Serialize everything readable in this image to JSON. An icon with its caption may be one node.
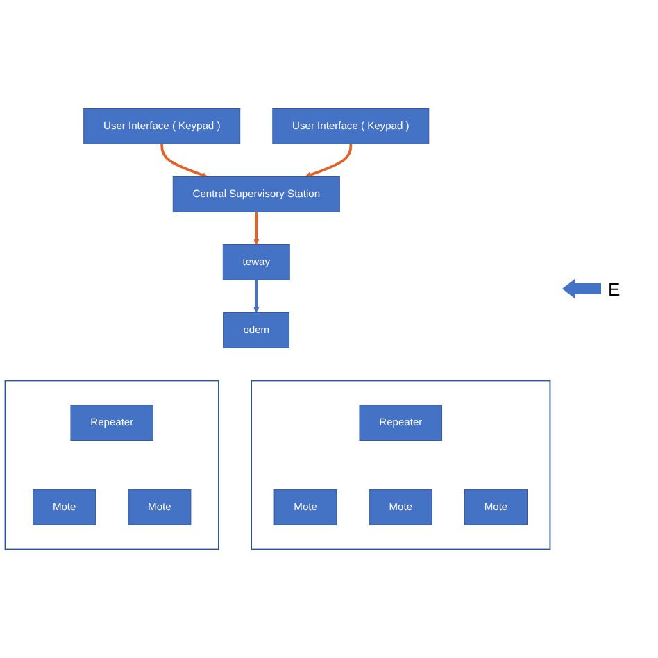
{
  "diagram": {
    "nodes": [
      {
        "text": [
          "User Interface ( Keypad )"
        ]
      },
      {
        "text": [
          "Central Supervisory Station"
        ]
      },
      {
        "text": [
          "User Interface ( Keypad )"
        ]
      },
      {
        "text": [
          "teway"
        ]
      },
      {
        "text": [
          "odem"
        ]
      },
      {
        "text": [],
        "shape": "box"
      },
      {
        "text": [
          "Repeater"
        ],
        "in": 5
      },
      {
        "text": [
          "Mote"
        ],
        "in": 5
      },
      {
        "text": [
          "Mote"
        ],
        "in": 5
      },
      {
        "text": [],
        "shape": "box"
      },
      {
        "text": [
          "Repeater"
        ],
        "in": 9
      },
      {
        "text": [
          "Mote"
        ],
        "in": 9
      },
      {
        "text": [
          "Mote"
        ],
        "in": 9
      },
      {
        "text": [
          "Mote"
        ],
        "in": 9
      }
    ],
    "edges": [
      {
        "from": 0,
        "to": 1,
        "arrow": "to"
      },
      {
        "from": 2,
        "to": 1,
        "arrow": "to"
      },
      {
        "from": 1,
        "to": 3,
        "arrow": "to"
      },
      {
        "from": 3,
        "to": 4,
        "arrow": "to",
        "color": "#4472c4"
      }
    ],
    "legend": [
      {
        "text": "E"
      }
    ]
  }
}
